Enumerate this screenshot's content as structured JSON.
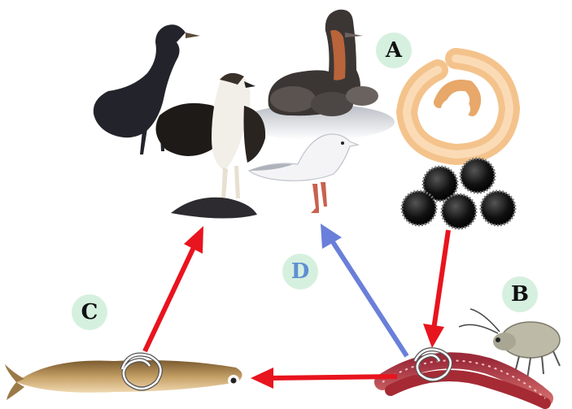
{
  "labels": {
    "a": "A",
    "b": "B",
    "c": "C",
    "d": "D"
  },
  "colors": {
    "label_circle": "#d6f0df",
    "label_text": "#111111",
    "label_text_d": "#5f8fd2",
    "arrow_red": "#e8141e",
    "arrow_blue": "#6a7fd9"
  },
  "icons": [
    "cormorant",
    "osprey",
    "grebe",
    "gull",
    "fish-prey",
    "larva-coil",
    "egg-cluster",
    "copepod",
    "oligochaete-worm",
    "small-fish",
    "nematode-coil"
  ]
}
